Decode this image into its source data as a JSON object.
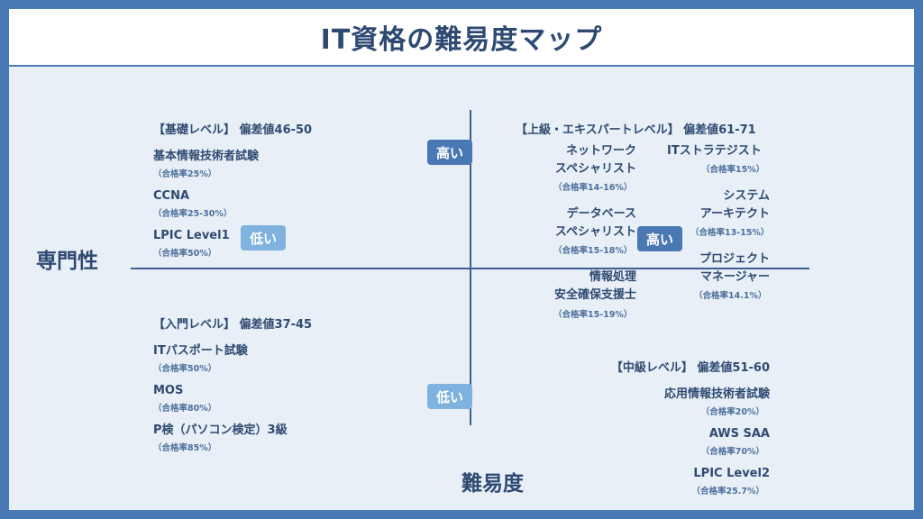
{
  "title": "IT資格の難易度マップ",
  "axes": {
    "vertical": "専門性",
    "horizontal": "難易度"
  },
  "badges": {
    "high": "高い",
    "low": "低い"
  },
  "quadrants": {
    "top_left": {
      "heading": "【基礎レベル】 偏差値46-50",
      "items": [
        {
          "name": "基本情報技術者試験",
          "rate": "（合格率25%）"
        },
        {
          "name": "CCNA",
          "rate": "（合格率25-30%）"
        },
        {
          "name": "LPIC Level1",
          "rate": "（合格率50%）"
        }
      ]
    },
    "top_right": {
      "heading": "【上級・エキスパートレベル】 偏差値61-71",
      "items": [
        {
          "name": "ネットワーク\nスペシャリスト",
          "rate": "（合格率14-16%）"
        },
        {
          "name": "ITストラテジスト",
          "rate": "（合格率15%）"
        },
        {
          "name": "データベース\nスペシャリスト",
          "rate": "（合格率15-18%）"
        },
        {
          "name": "システム\nアーキテクト",
          "rate": "（合格率13-15%）"
        },
        {
          "name": "情報処理\n安全確保支援士",
          "rate": "（合格率15-19%）"
        },
        {
          "name": "プロジェクト\nマネージャー",
          "rate": "（合格率14.1%）"
        }
      ]
    },
    "bottom_left": {
      "heading": "【入門レベル】 偏差値37-45",
      "items": [
        {
          "name": "ITパスポート試験",
          "rate": "（合格率50%）"
        },
        {
          "name": "MOS",
          "rate": "（合格率80%）"
        },
        {
          "name": "P検（パソコン検定）3級",
          "rate": "（合格率85%）"
        }
      ]
    },
    "bottom_right": {
      "heading": "【中級レベル】 偏差値51-60",
      "items": [
        {
          "name": "応用情報技術者試験",
          "rate": "（合格率20%）"
        },
        {
          "name": "AWS SAA",
          "rate": "（合格率70%）"
        },
        {
          "name": "LPIC Level2",
          "rate": "（合格率25.7%）"
        }
      ]
    }
  }
}
